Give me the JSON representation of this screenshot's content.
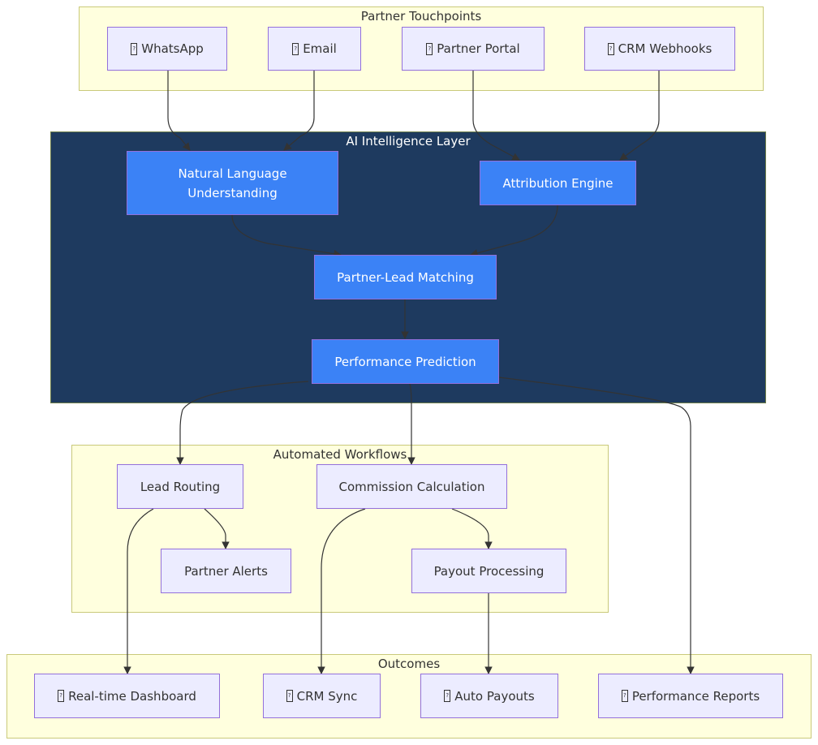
{
  "clusters": {
    "touchpoints": "Partner Touchpoints",
    "ai": "AI Intelligence Layer",
    "workflows": "Automated Workflows",
    "outcomes": "Outcomes"
  },
  "nodes": {
    "whatsapp": "WhatsApp",
    "email": "Email",
    "portal": "Partner Portal",
    "webhooks": "CRM Webhooks",
    "nlu_line1": "Natural Language",
    "nlu_line2": "Understanding",
    "attribution": "Attribution Engine",
    "matching": "Partner-Lead Matching",
    "prediction": "Performance Prediction",
    "routing": "Lead Routing",
    "commission": "Commission Calculation",
    "alerts": "Partner Alerts",
    "payout": "Payout Processing",
    "dashboard": "Real-time Dashboard",
    "crmsync": "CRM Sync",
    "autopayouts": "Auto Payouts",
    "reports": "Performance Reports"
  },
  "icons": {
    "whatsapp": "missing-glyph-icon",
    "email": "missing-glyph-icon",
    "portal": "missing-glyph-icon",
    "webhooks": "missing-glyph-icon",
    "dashboard": "missing-glyph-icon",
    "crmsync": "missing-glyph-icon",
    "autopayouts": "missing-glyph-icon",
    "reports": "missing-glyph-icon"
  },
  "colors": {
    "cluster_light": "#ffffde",
    "cluster_dark": "#1e3a5f",
    "node_light": "#ececff",
    "node_blue": "#3b82f6",
    "node_border": "#9370db",
    "edge": "#333333"
  },
  "edges": [
    {
      "from": "whatsapp",
      "to": "nlu"
    },
    {
      "from": "email",
      "to": "nlu"
    },
    {
      "from": "portal",
      "to": "attribution"
    },
    {
      "from": "webhooks",
      "to": "attribution"
    },
    {
      "from": "nlu",
      "to": "matching"
    },
    {
      "from": "attribution",
      "to": "matching"
    },
    {
      "from": "matching",
      "to": "prediction"
    },
    {
      "from": "prediction",
      "to": "routing"
    },
    {
      "from": "prediction",
      "to": "commission"
    },
    {
      "from": "prediction",
      "to": "reports"
    },
    {
      "from": "routing",
      "to": "alerts"
    },
    {
      "from": "routing",
      "to": "dashboard"
    },
    {
      "from": "commission",
      "to": "payout"
    },
    {
      "from": "commission",
      "to": "crmsync"
    },
    {
      "from": "payout",
      "to": "autopayouts"
    }
  ]
}
